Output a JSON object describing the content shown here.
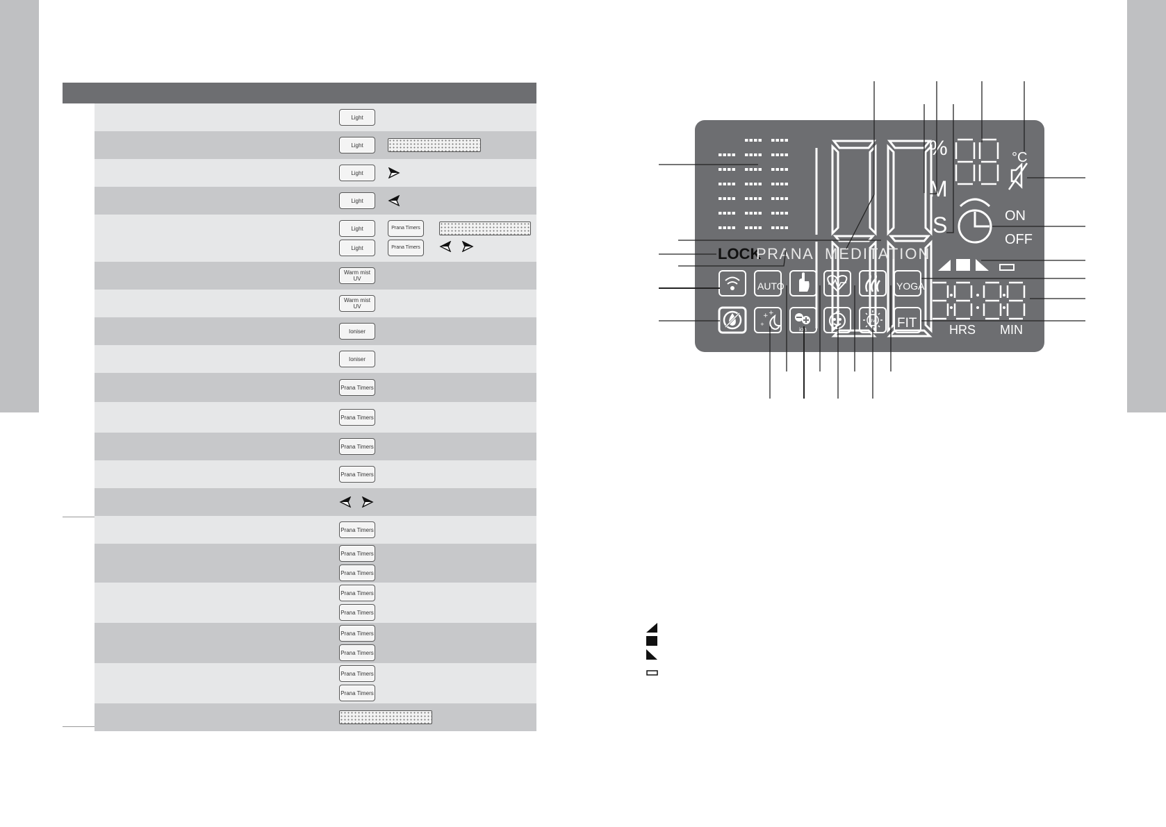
{
  "table": {
    "rows": [
      {
        "tone": "light",
        "h": 40,
        "c1": [
          {
            "t": "key",
            "label": "Light"
          }
        ],
        "c2": [],
        "c3": []
      },
      {
        "tone": "dark",
        "h": 40,
        "c1": [
          {
            "t": "key",
            "label": "Light"
          }
        ],
        "c2": [
          {
            "t": "dotbar",
            "w": 134
          }
        ],
        "c3": []
      },
      {
        "tone": "light",
        "h": 40,
        "c1": [
          {
            "t": "key",
            "label": "Light"
          }
        ],
        "c2": [
          {
            "t": "arrow",
            "dir": "right"
          }
        ],
        "c3": []
      },
      {
        "tone": "dark",
        "h": 40,
        "c1": [
          {
            "t": "key",
            "label": "Light"
          }
        ],
        "c2": [
          {
            "t": "arrow",
            "dir": "left"
          }
        ],
        "c3": []
      },
      {
        "tone": "light",
        "h": 68,
        "c1": [
          {
            "t": "key",
            "label": "Light"
          },
          {
            "t": "key",
            "label": "Light"
          }
        ],
        "c2": [
          {
            "t": "key2",
            "label": "Prana Timers"
          },
          {
            "t": "key2",
            "label": "Prana Timers"
          }
        ],
        "c3": [
          {
            "t": "dotbar",
            "w": 132
          },
          {
            "t": "arrows"
          }
        ]
      },
      {
        "tone": "dark",
        "h": 40,
        "c1": [
          {
            "t": "key",
            "label": "Warm mist UV"
          }
        ],
        "c2": [],
        "c3": []
      },
      {
        "tone": "light",
        "h": 40,
        "c1": [
          {
            "t": "key",
            "label": "Warm mist UV"
          }
        ],
        "c2": [],
        "c3": []
      },
      {
        "tone": "dark",
        "h": 40,
        "c1": [
          {
            "t": "key",
            "label": "Ioniser"
          }
        ],
        "c2": [],
        "c3": []
      },
      {
        "tone": "light",
        "h": 40,
        "c1": [
          {
            "t": "key",
            "label": "Ioniser"
          }
        ],
        "c2": [],
        "c3": []
      },
      {
        "tone": "dark",
        "h": 42,
        "c1": [
          {
            "t": "key",
            "label": "Prana Timers"
          }
        ],
        "c2": [],
        "c3": []
      },
      {
        "tone": "light",
        "h": 44,
        "c1": [
          {
            "t": "key",
            "label": "Prana Timers"
          }
        ],
        "c2": [],
        "c3": []
      },
      {
        "tone": "dark",
        "h": 40,
        "c1": [
          {
            "t": "key",
            "label": "Prana Timers"
          }
        ],
        "c2": [],
        "c3": []
      },
      {
        "tone": "light",
        "h": 40,
        "c1": [
          {
            "t": "key",
            "label": "Prana Timers"
          }
        ],
        "c2": [],
        "c3": []
      },
      {
        "tone": "dark",
        "h": 40,
        "c1": [
          {
            "t": "arrows"
          }
        ],
        "c2": [],
        "c3": []
      },
      {
        "tone": "light",
        "h": 40,
        "c1": [
          {
            "t": "key",
            "label": "Prana Timers"
          }
        ],
        "c2": [],
        "c3": []
      },
      {
        "tone": "dark",
        "h": 56,
        "c1": [
          {
            "t": "key",
            "label": "Prana Timers"
          },
          {
            "t": "key",
            "label": "Prana Timers"
          }
        ],
        "c2": [],
        "c3": []
      },
      {
        "tone": "light",
        "h": 58,
        "c1": [
          {
            "t": "key",
            "label": "Prana Timers"
          },
          {
            "t": "key",
            "label": "Prana Timers"
          }
        ],
        "c2": [],
        "c3": []
      },
      {
        "tone": "dark",
        "h": 58,
        "c1": [
          {
            "t": "key",
            "label": "Prana Timers"
          },
          {
            "t": "key",
            "label": "Prana Timers"
          }
        ],
        "c2": [],
        "c3": []
      },
      {
        "tone": "light",
        "h": 58,
        "c1": [
          {
            "t": "key",
            "label": "Prana Timers"
          },
          {
            "t": "key",
            "label": "Prana Timers"
          }
        ],
        "c2": [],
        "c3": []
      },
      {
        "tone": "dark",
        "h": 40,
        "c1": [
          {
            "t": "dotbar",
            "w": 134
          }
        ],
        "c2": [],
        "c3": []
      }
    ]
  },
  "lcd": {
    "big_digits": "188",
    "percent": "%",
    "m_label": "M",
    "s_label": "S",
    "temp_digits": "88",
    "celsius": "°C",
    "on_label": "ON",
    "off_label": "OFF",
    "lock_label": "LOCK",
    "prana_label": "PRANA",
    "meditation_label": "MEDITATION",
    "auto_label": "AUTO",
    "yoga_label": "YOGA",
    "fit_label": "FIT",
    "ion_label": "ion",
    "uv_label": "UV",
    "clock_digits": "88:88",
    "hrs_label": "HRS",
    "min_label": "MIN"
  },
  "colors": {
    "lcd_bg": "#6d6e71",
    "header_bg": "#6d6e71",
    "row_light": "#e6e7e8",
    "row_dark": "#c7c8ca",
    "sidebar": "#bfc0c2"
  }
}
